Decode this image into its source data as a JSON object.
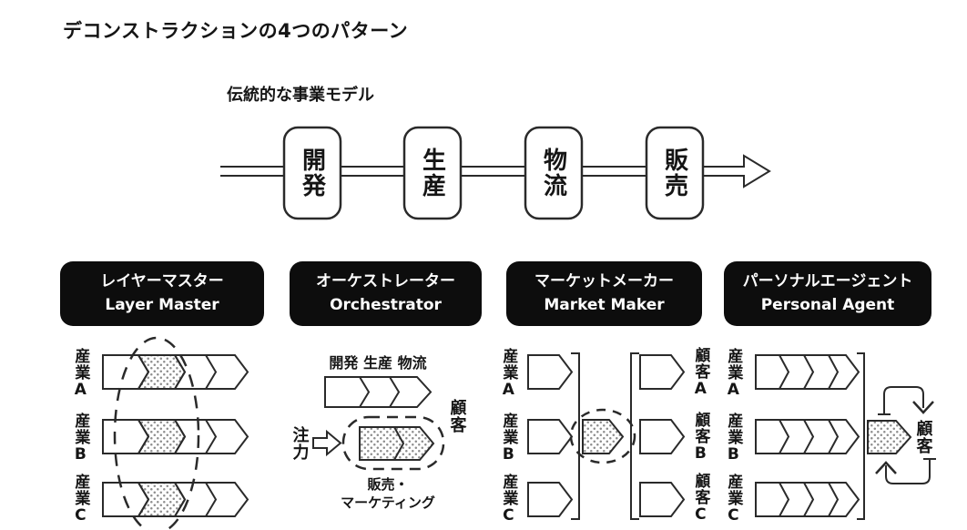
{
  "title": "デコンストラクションの4つのパターン",
  "flow": {
    "label": "伝統的な事業モデル",
    "stages": [
      "開発",
      "生産",
      "物流",
      "販売"
    ]
  },
  "patterns": [
    {
      "jp": "レイヤーマスター",
      "en": "Layer Master"
    },
    {
      "jp": "オーケストレーター",
      "en": "Orchestrator"
    },
    {
      "jp": "マーケットメーカー",
      "en": "Market Maker"
    },
    {
      "jp": "パーソナルエージェント",
      "en": "Personal Agent"
    }
  ],
  "layer_master": {
    "industries": [
      "産業A",
      "産業B",
      "産業C"
    ]
  },
  "orchestrator": {
    "chain_label": "開発 生産 物流",
    "customer": "顧客",
    "focus": "注力",
    "sales_label": "販売・\nマーケティング"
  },
  "market_maker": {
    "industries": [
      "産業A",
      "産業B",
      "産業C"
    ],
    "customers": [
      "顧客A",
      "顧客B",
      "顧客C"
    ]
  },
  "personal_agent": {
    "industries": [
      "産業A",
      "産業B",
      "産業C"
    ],
    "customer": "顧客"
  },
  "colors": {
    "ink": "#2a2a2a",
    "header_bg": "#0d0d0d",
    "header_text": "#ffffff"
  }
}
